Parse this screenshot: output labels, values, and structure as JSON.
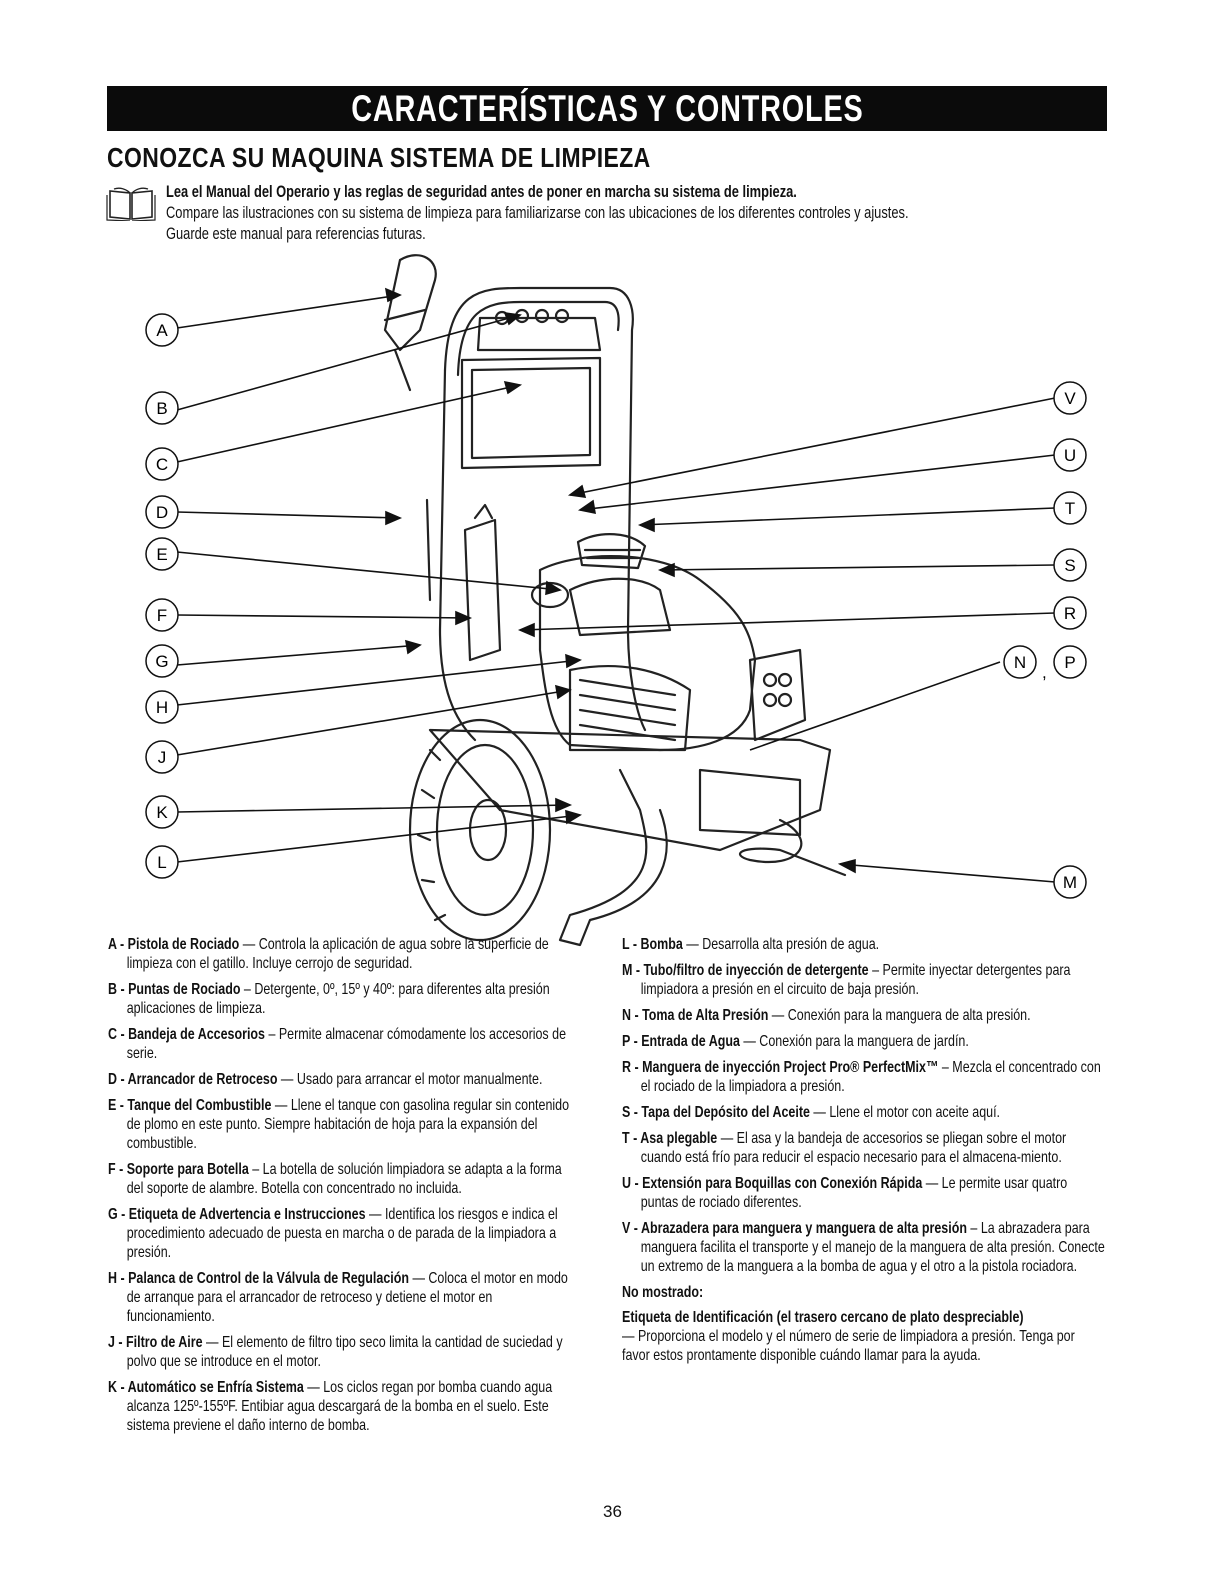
{
  "header": {
    "banner": "CARACTERÍSTICAS Y CONTROLES",
    "subtitle": "CONOZCA SU MAQUINA SISTEMA DE LIMPIEZA"
  },
  "intro": {
    "bold_line": "Lea el Manual del Operario y las reglas de seguridad antes de poner en marcha su sistema de limpieza.",
    "line2": "Compare las ilustraciones con su sistema de limpieza para familiarizarse con las ubicaciones de los diferentes controles y ajustes.",
    "line3": "Guarde este manual para referencias futuras."
  },
  "diagram": {
    "left_callouts": [
      "A",
      "B",
      "C",
      "D",
      "E",
      "F",
      "G",
      "H",
      "J",
      "K",
      "L"
    ],
    "right_callouts": [
      "V",
      "U",
      "T",
      "S",
      "R",
      "N",
      "P",
      "M"
    ],
    "np_separator": ","
  },
  "left_items": [
    {
      "key": "A - Pistola de Rociado",
      "text": " — Controla la aplicación de agua sobre la superficie de limpieza con el gatillo. Incluye cerrojo de seguridad."
    },
    {
      "key": "B - Puntas de Rociado",
      "text": " – Detergente, 0º, 15º y 40º: para diferentes alta presión aplicaciones de limpieza."
    },
    {
      "key": "C - Bandeja de Accesorios",
      "text": " – Permite almacenar cómodamente los accesorios de serie."
    },
    {
      "key": "D - Arrancador de Retroceso",
      "text": " — Usado para arrancar el motor manualmente."
    },
    {
      "key": "E - Tanque del Combustible",
      "text": " — Llene el tanque con gasolina regular sin contenido de plomo en este punto. Siempre habitación de hoja para la expansión del combustible."
    },
    {
      "key": "F - Soporte para Botella",
      "text": " – La botella de solución limpiadora se adapta a la forma del soporte de alambre. Botella con concentrado no incluida."
    },
    {
      "key": "G - Etiqueta de Advertencia e Instrucciones",
      "text": " — Identifica los riesgos e indica el procedimiento adecuado de puesta en marcha o de parada de la limpiadora a presión."
    },
    {
      "key": "H - Palanca de Control de la Válvula de Regulación",
      "text": " — Coloca el motor en modo de arranque para el arrancador de retroceso y detiene el motor en funcionamiento."
    },
    {
      "key": "J - Filtro de Aire",
      "text": " — El elemento de filtro tipo seco limita la cantidad de suciedad y polvo que se introduce en el motor."
    },
    {
      "key": "K - Automático se Enfría Sistema",
      "text": " — Los ciclos regan por bomba cuando agua alcanza 125º-155ºF. Entibiar agua descargará de la bomba en el suelo. Este sistema previene el daño interno de bomba."
    }
  ],
  "right_items": [
    {
      "key": "L - Bomba",
      "text": " — Desarrolla alta presión de agua."
    },
    {
      "key": "M - Tubo/filtro de inyección de detergente",
      "text": " – Permite inyectar detergentes para limpiadora a presión en el circuito de baja presión."
    },
    {
      "key": "N - Toma de Alta Presión",
      "text": " — Conexión para la manguera de alta presión."
    },
    {
      "key": "P - Entrada de Agua",
      "text": " — Conexión para la manguera de jardín."
    },
    {
      "key": "R - Manguera de inyección Project Pro® PerfectMix™",
      "text": " – Mezcla el concentrado con el rociado de la limpiadora a presión."
    },
    {
      "key": "S - Tapa del Depósito del Aceite",
      "text": " — Llene el motor con aceite aquí."
    },
    {
      "key": "T - Asa plegable",
      "text": " — El asa y la bandeja de accesorios se pliegan sobre el motor cuando está frío para reducir el espacio necesario para el almacena-miento."
    },
    {
      "key": "U - Extensión para Boquillas con Conexión Rápida",
      "text": " — Le permite usar quatro puntas de rociado diferentes."
    },
    {
      "key": "V - Abrazadera para manguera y manguera de alta presión",
      "text": " – La abrazadera para manguera facilita el transporte y el manejo de la manguera de alta presión. Conecte un extremo de la manguera a la bomba de agua y el otro a la pistola rociadora."
    }
  ],
  "not_shown": {
    "heading": "No mostrado:",
    "label": "Etiqueta de Identificación (el trasero cercano de plato despreciable)",
    "text": "— Proporciona el modelo y el número de serie de limpiadora a presión. Tenga por favor estos prontamente disponible cuándo llamar para la ayuda."
  },
  "page_number": "36"
}
